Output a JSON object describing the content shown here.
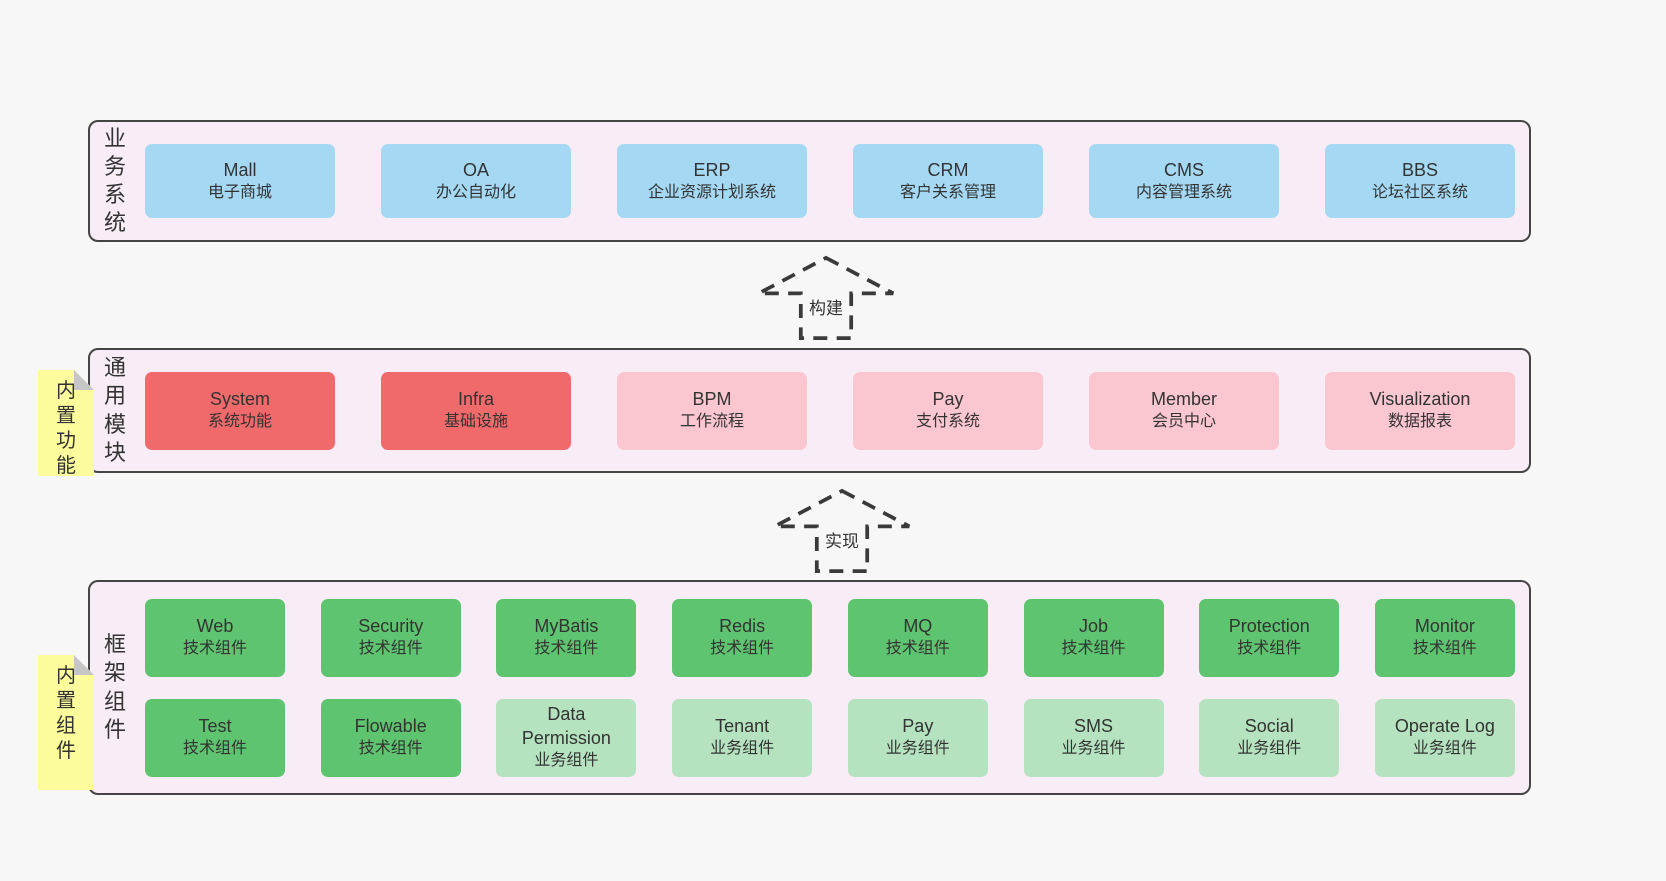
{
  "palette": {
    "page_bg": "#f7f7f7",
    "layer_bg": "#f8edf6",
    "layer_border": "#454545",
    "blue": "#a5d9f3",
    "red": "#f0696b",
    "pink": "#fac6d0",
    "green": "#5ec46f",
    "light_green": "#b6e3bf",
    "note_yellow": "#fcfc9d",
    "note_fold": "#c6c6c6",
    "text": "#333333",
    "arrow": "#3a3a3a"
  },
  "layers": [
    {
      "label": "业务系统",
      "note": null,
      "rows": [
        [
          {
            "en": "Mall",
            "zh": "电子商城",
            "color": "blue"
          },
          {
            "en": "OA",
            "zh": "办公自动化",
            "color": "blue"
          },
          {
            "en": "ERP",
            "zh": "企业资源计划系统",
            "color": "blue"
          },
          {
            "en": "CRM",
            "zh": "客户关系管理",
            "color": "blue"
          },
          {
            "en": "CMS",
            "zh": "内容管理系统",
            "color": "blue"
          },
          {
            "en": "BBS",
            "zh": "论坛社区系统",
            "color": "blue"
          }
        ]
      ]
    },
    {
      "label": "通用模块",
      "note": "内置功能",
      "rows": [
        [
          {
            "en": "System",
            "zh": "系统功能",
            "color": "red"
          },
          {
            "en": "Infra",
            "zh": "基础设施",
            "color": "red"
          },
          {
            "en": "BPM",
            "zh": "工作流程",
            "color": "pink"
          },
          {
            "en": "Pay",
            "zh": "支付系统",
            "color": "pink"
          },
          {
            "en": "Member",
            "zh": "会员中心",
            "color": "pink"
          },
          {
            "en": "Visualization",
            "zh": "数据报表",
            "color": "pink"
          }
        ]
      ]
    },
    {
      "label": "框架组件",
      "note": "内置组件",
      "rows": [
        [
          {
            "en": "Web",
            "zh": "技术组件",
            "color": "green"
          },
          {
            "en": "Security",
            "zh": "技术组件",
            "color": "green"
          },
          {
            "en": "MyBatis",
            "zh": "技术组件",
            "color": "green"
          },
          {
            "en": "Redis",
            "zh": "技术组件",
            "color": "green"
          },
          {
            "en": "MQ",
            "zh": "技术组件",
            "color": "green"
          },
          {
            "en": "Job",
            "zh": "技术组件",
            "color": "green"
          },
          {
            "en": "Protection",
            "zh": "技术组件",
            "color": "green"
          },
          {
            "en": "Monitor",
            "zh": "技术组件",
            "color": "green"
          }
        ],
        [
          {
            "en": "Test",
            "zh": "技术组件",
            "color": "green"
          },
          {
            "en": "Flowable",
            "zh": "技术组件",
            "color": "green"
          },
          {
            "en": "Data Permission",
            "zh": "业务组件",
            "color": "light_green"
          },
          {
            "en": "Tenant",
            "zh": "业务组件",
            "color": "light_green"
          },
          {
            "en": "Pay",
            "zh": "业务组件",
            "color": "light_green"
          },
          {
            "en": "SMS",
            "zh": "业务组件",
            "color": "light_green"
          },
          {
            "en": "Social",
            "zh": "业务组件",
            "color": "light_green"
          },
          {
            "en": "Operate Log",
            "zh": "业务组件",
            "color": "light_green"
          }
        ]
      ]
    }
  ],
  "arrows": [
    {
      "label": "构建"
    },
    {
      "label": "实现"
    }
  ]
}
